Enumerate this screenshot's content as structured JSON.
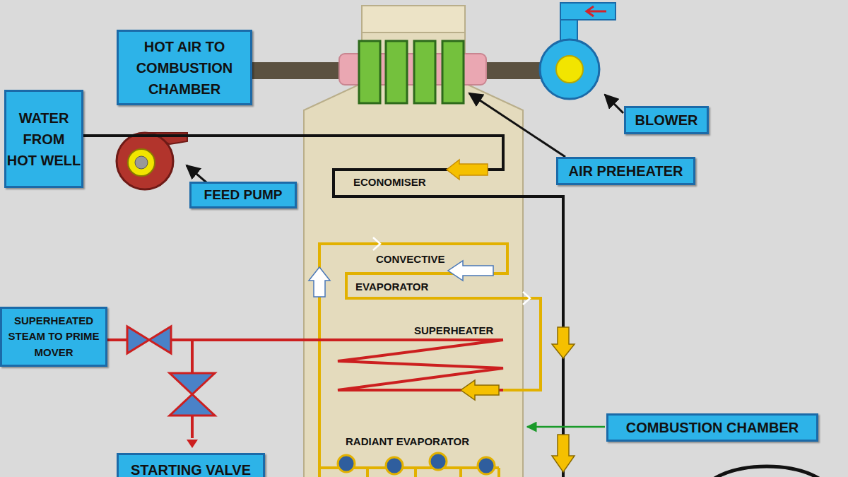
{
  "diagram": {
    "nodes": [
      {
        "text": [
          "HOT AIR TO COMBUSTION CHAMBER"
        ]
      },
      {
        "text": [
          "WATER FROM HOT WELL"
        ]
      },
      {
        "text": [
          "BLOWER"
        ]
      },
      {
        "text": [
          "AIR PREHEATER"
        ]
      },
      {
        "text": [
          "FEED PUMP"
        ]
      },
      {
        "text": [
          "SUPERHEATED STEAM TO PRIME MOVER"
        ]
      },
      {
        "text": [
          "COMBUSTION CHAMBER"
        ]
      },
      {
        "text": [
          "STARTING VALVE"
        ]
      }
    ],
    "labels": [
      "ECONOMISER",
      "CONVECTIVE",
      "EVAPORATOR",
      "SUPERHEATER",
      "RADIANT EVAPORATOR"
    ]
  }
}
